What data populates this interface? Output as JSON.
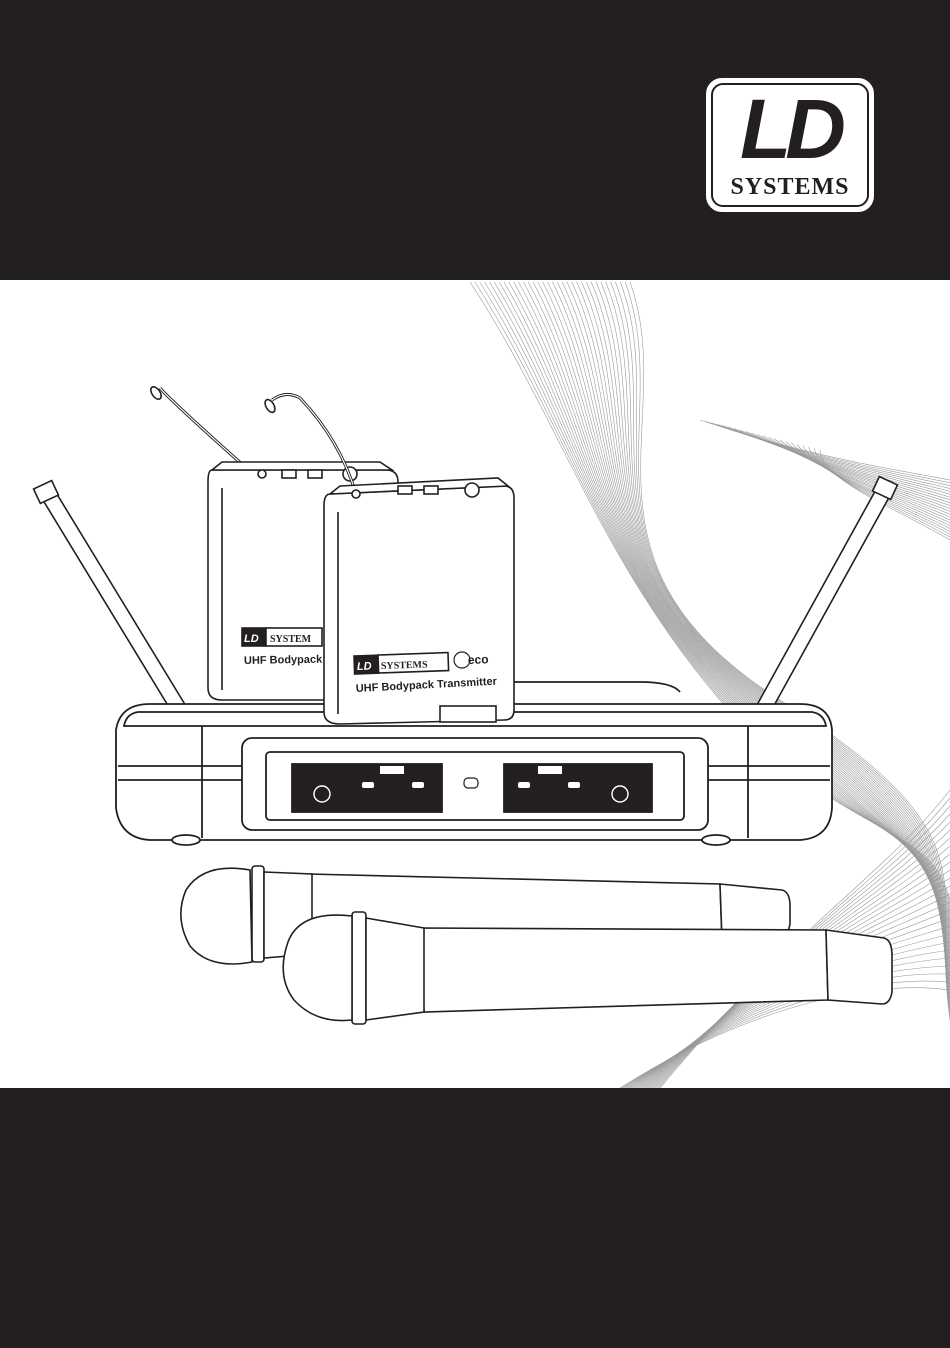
{
  "brand": {
    "logo_text": "LD",
    "logo_subtext": "SYSTEMS"
  },
  "bodypack_back": {
    "brand_ld": "LD",
    "brand_systems": "SYSTEM",
    "label": "UHF Bodypack"
  },
  "bodypack_front": {
    "brand_ld": "LD",
    "brand_systems": "SYSTEMS",
    "eco_logo": "eco",
    "label": "UHF Bodypack Transmitter"
  }
}
